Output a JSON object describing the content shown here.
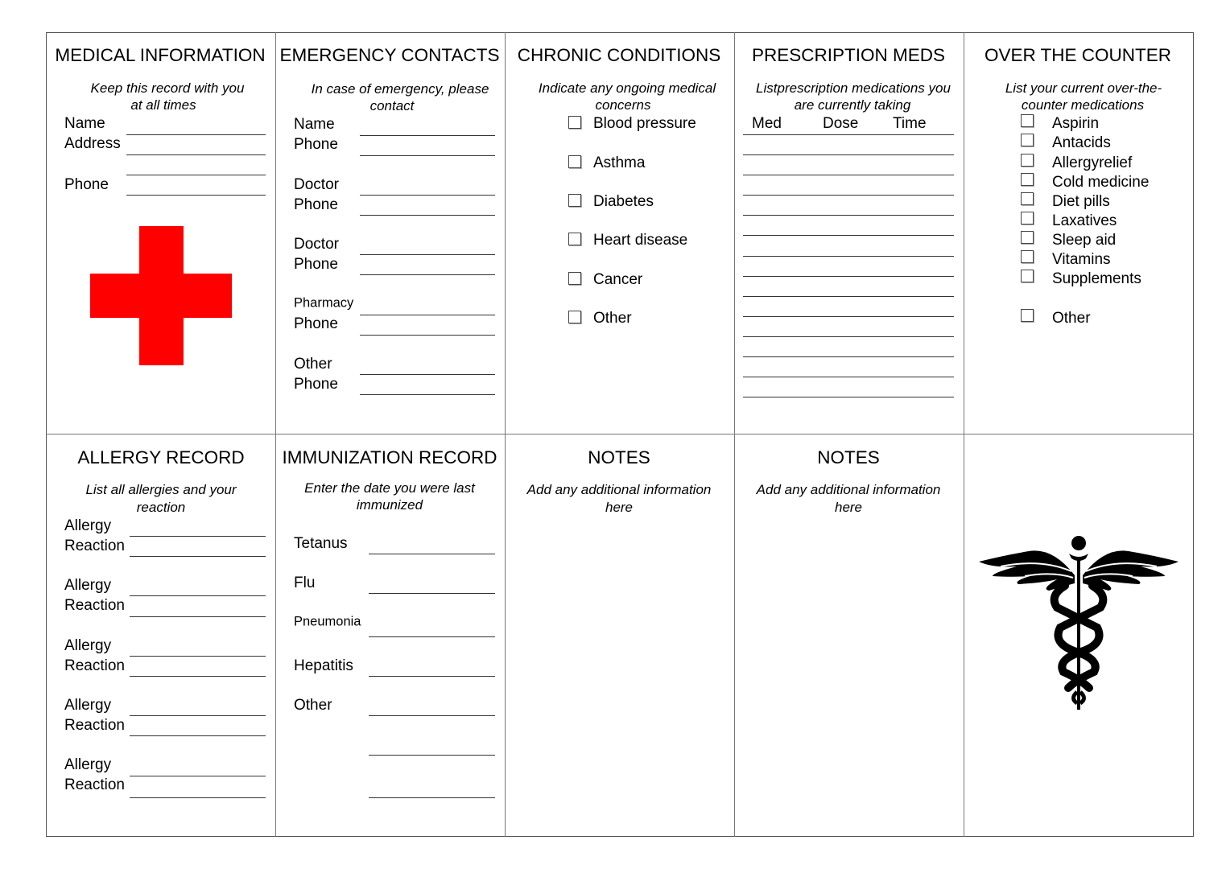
{
  "medical_info": {
    "title": "MEDICAL INFORMATION",
    "subtitle": [
      "Keep this record with you",
      "at all times"
    ],
    "fields": [
      "Name",
      "Address",
      "Phone"
    ]
  },
  "emergency": {
    "title": "EMERGENCY CONTACTS",
    "subtitle": [
      "In case of emergency, please",
      "contact"
    ],
    "fields": [
      "Name",
      "Phone",
      "Doctor",
      "Phone",
      "Doctor",
      "Phone",
      "Pharmacy",
      "Phone",
      "Other",
      "Phone"
    ]
  },
  "chronic": {
    "title": "CHRONIC CONDITIONS",
    "subtitle": [
      "Indicate any ongoing medical",
      "concerns"
    ],
    "items": [
      "Blood pressure",
      "Asthma",
      "Diabetes",
      "Heart disease",
      "Cancer",
      "Other"
    ]
  },
  "prescription": {
    "title": "PRESCRIPTION MEDS",
    "subtitle": [
      "Listprescription medications you",
      "are currently taking"
    ],
    "columns": [
      "Med",
      "Dose",
      "Time"
    ]
  },
  "otc": {
    "title": "OVER THE COUNTER",
    "subtitle": [
      "List your current over-the-",
      "counter medications"
    ],
    "items": [
      "Aspirin",
      "Antacids",
      "Allergyrelief",
      "Cold medicine",
      "Diet pills",
      "Laxatives",
      "Sleep aid",
      "Vitamins",
      "Supplements",
      "Other"
    ]
  },
  "allergy": {
    "title": "ALLERGY RECORD",
    "subtitle": [
      "List all allergies and your",
      "reaction"
    ],
    "allergy_label": "Allergy",
    "reaction_label": "Reaction"
  },
  "immunization": {
    "title": "IMMUNIZATION RECORD",
    "subtitle": [
      "Enter the date you were last",
      "immunized"
    ],
    "items": [
      "Tetanus",
      "Flu",
      "Pneumonia",
      "Hepatitis",
      "Other"
    ]
  },
  "notes1": {
    "title": "NOTES",
    "subtitle": [
      "Add any additional information",
      "here"
    ]
  },
  "notes2": {
    "title": "NOTES",
    "subtitle": [
      "Add any additional information",
      "here"
    ]
  },
  "colors": {
    "cross": "#ff0000"
  }
}
